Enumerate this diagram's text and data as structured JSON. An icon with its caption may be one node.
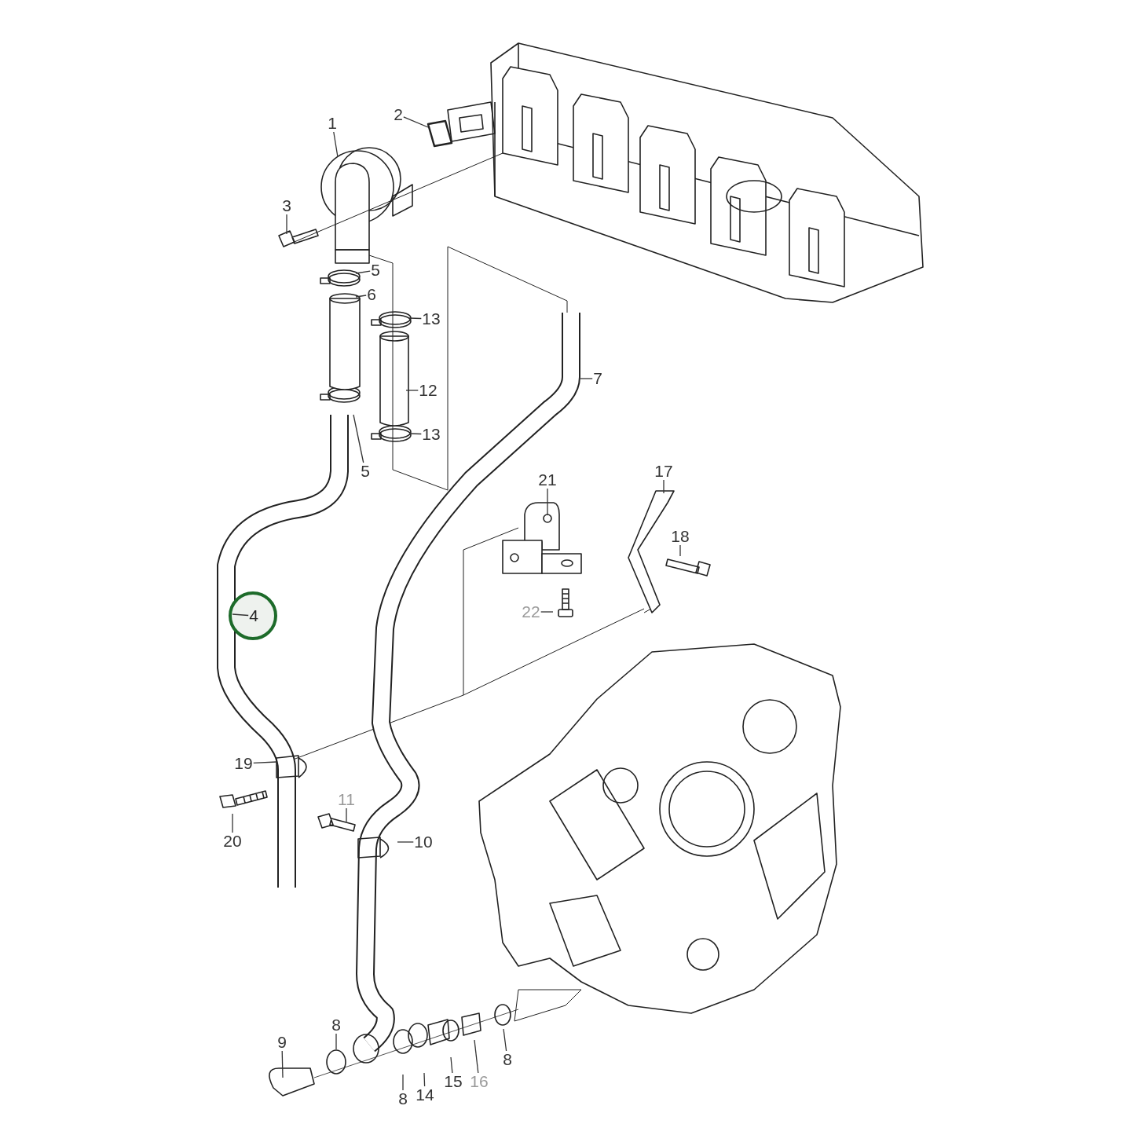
{
  "diagram": {
    "nodes": [
      {
        "text": [
          "1"
        ]
      },
      {
        "text": [
          "2"
        ]
      },
      {
        "text": [
          "3"
        ]
      },
      {
        "text": [
          "5"
        ]
      },
      {
        "text": [
          "6"
        ]
      },
      {
        "text": [
          "13"
        ]
      },
      {
        "text": [
          "12"
        ]
      },
      {
        "text": [
          "7"
        ]
      },
      {
        "text": [
          "13"
        ]
      },
      {
        "text": [
          "5"
        ]
      },
      {
        "text": [
          "21"
        ]
      },
      {
        "text": [
          "17"
        ]
      },
      {
        "text": [
          "18"
        ]
      },
      {
        "text": [
          "22"
        ]
      },
      {
        "text": [
          "4"
        ]
      },
      {
        "text": [
          "19"
        ]
      },
      {
        "text": [
          "20"
        ]
      },
      {
        "text": [
          "11"
        ]
      },
      {
        "text": [
          "10"
        ]
      },
      {
        "text": [
          "9"
        ]
      },
      {
        "text": [
          "8"
        ]
      },
      {
        "text": [
          "8"
        ]
      },
      {
        "text": [
          "14"
        ]
      },
      {
        "text": [
          "15"
        ]
      },
      {
        "text": [
          "16"
        ]
      },
      {
        "text": [
          "8"
        ]
      }
    ],
    "edges": [
      {
        "from": 0,
        "to": null,
        "arrow": "none"
      },
      {
        "from": 1,
        "to": null,
        "arrow": "none"
      },
      {
        "from": 2,
        "to": null,
        "arrow": "none"
      },
      {
        "from": 3,
        "to": null,
        "arrow": "none"
      },
      {
        "from": 4,
        "to": null,
        "arrow": "none"
      },
      {
        "from": 5,
        "to": null,
        "arrow": "none"
      },
      {
        "from": 6,
        "to": null,
        "arrow": "none"
      },
      {
        "from": 7,
        "to": null,
        "arrow": "none"
      },
      {
        "from": 8,
        "to": null,
        "arrow": "none"
      },
      {
        "from": 9,
        "to": null,
        "arrow": "none"
      },
      {
        "from": 10,
        "to": null,
        "arrow": "none"
      },
      {
        "from": 11,
        "to": null,
        "arrow": "none"
      },
      {
        "from": 12,
        "to": null,
        "arrow": "none"
      },
      {
        "from": 13,
        "to": null,
        "arrow": "none"
      },
      {
        "from": 14,
        "to": null,
        "arrow": "none"
      },
      {
        "from": 15,
        "to": null,
        "arrow": "none"
      },
      {
        "from": 16,
        "to": null,
        "arrow": "none"
      },
      {
        "from": 17,
        "to": null,
        "arrow": "none"
      },
      {
        "from": 18,
        "to": null,
        "arrow": "none"
      },
      {
        "from": 19,
        "to": null,
        "arrow": "none"
      },
      {
        "from": 20,
        "to": null,
        "arrow": "none"
      },
      {
        "from": 21,
        "to": null,
        "arrow": "none"
      },
      {
        "from": 22,
        "to": null,
        "arrow": "none"
      },
      {
        "from": 23,
        "to": null,
        "arrow": "none"
      },
      {
        "from": 24,
        "to": null,
        "arrow": "none"
      },
      {
        "from": 25,
        "to": null,
        "arrow": "none"
      }
    ]
  }
}
